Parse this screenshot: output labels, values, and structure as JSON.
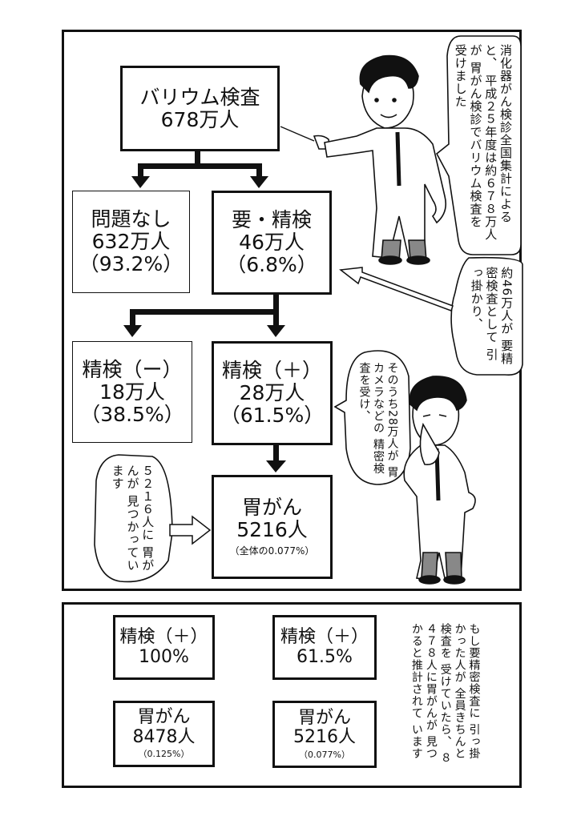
{
  "panel1": {
    "barium": {
      "title": "バリウム検査",
      "count": "678万人"
    },
    "no_problem": {
      "title": "問題なし",
      "count": "632万人",
      "pct": "（93.2%）"
    },
    "require_exam": {
      "title": "要・精検",
      "count": "46万人",
      "pct": "（6.8%）"
    },
    "exam_negative": {
      "title": "精検（ー）",
      "count": "18万人",
      "pct": "（38.5%）"
    },
    "exam_positive": {
      "title": "精検（＋）",
      "count": "28万人",
      "pct": "（61.5%）"
    },
    "cancer": {
      "title": "胃がん",
      "count": "5216人",
      "note": "（全体の0.077%）"
    },
    "bubble_top": [
      "消化器がん検診全国集計によると、",
      "平成２５年度は約６７８万人が",
      "胃がん検診でバリウム検査を",
      "受けました"
    ],
    "bubble_mid": [
      "約46万人が",
      "要精密検査として",
      "引っ掛かり、"
    ],
    "bubble_low": [
      "そのうち28万人が",
      "胃カメラなどの",
      "精密検査を受け、"
    ],
    "bubble_left": [
      "５２１６人に",
      "胃がんが",
      "見つかっています"
    ]
  },
  "panel2": {
    "left": {
      "exam_title": "精検（＋）",
      "exam_pct": "100%",
      "cancer_title": "胃がん",
      "cancer_count": "8478人",
      "cancer_pct": "（0.125%）"
    },
    "right": {
      "exam_title": "精検（＋）",
      "exam_pct": "61.5%",
      "cancer_title": "胃がん",
      "cancer_count": "5216人",
      "cancer_pct": "（0.077%）"
    },
    "note": [
      "もし要精密検査に",
      "引っ掛かった人が",
      "全員きちんと検査を",
      "受けていたら、",
      "８４７８人に胃がんが",
      "見つかると推計されて",
      "います"
    ]
  }
}
